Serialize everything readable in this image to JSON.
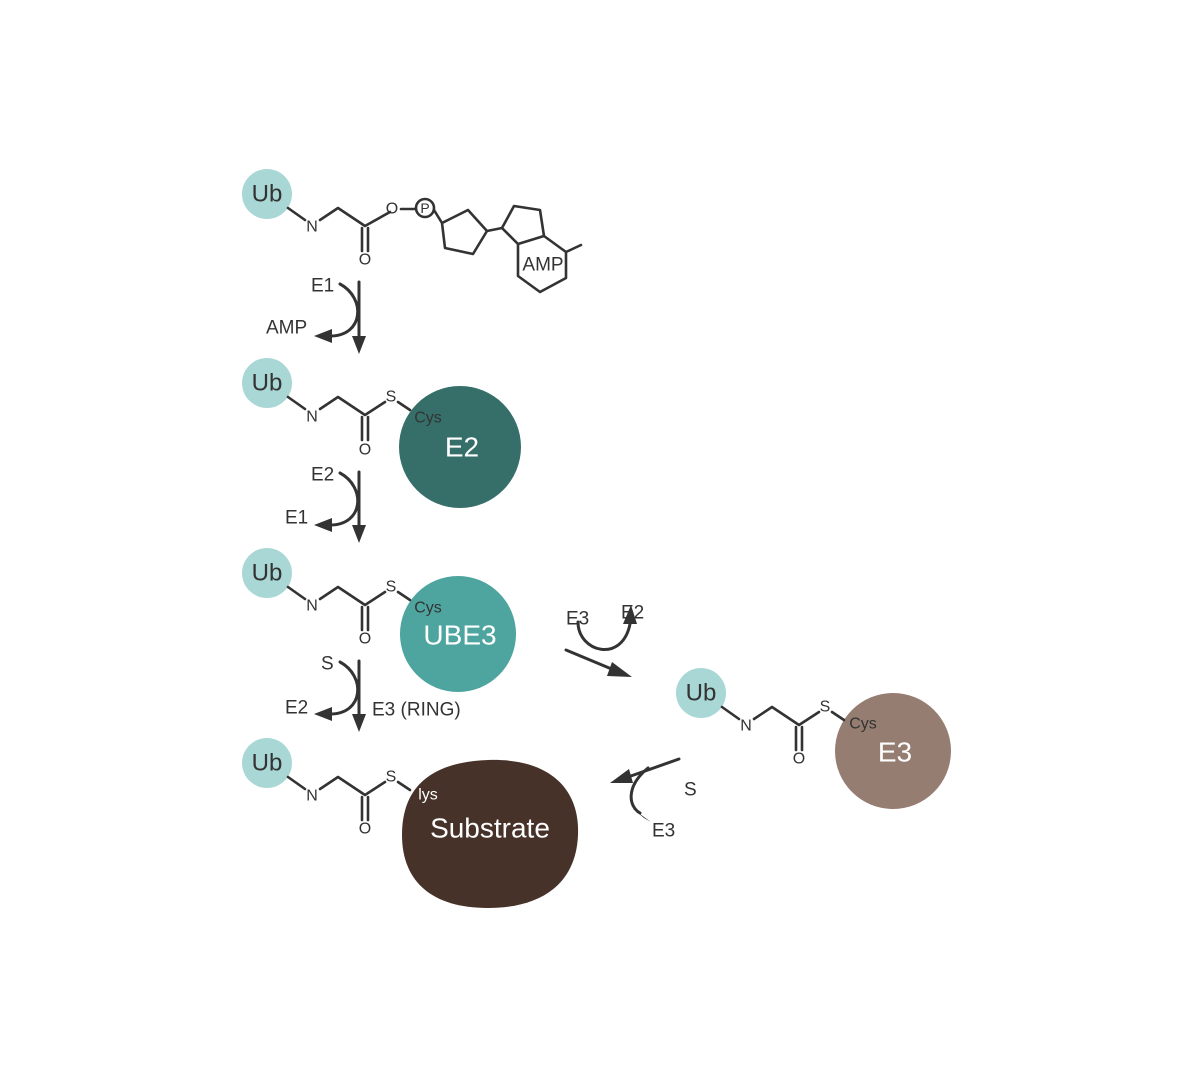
{
  "colors": {
    "ub": "#a8d7d5",
    "e2": "#366f6a",
    "ube3": "#4ea59f",
    "e3": "#957d71",
    "substrate": "#47322a",
    "line": "#333333",
    "text_dark": "#333333",
    "text_light": "#ffffff"
  },
  "atoms": {
    "n": "N",
    "o": "O",
    "s": "S",
    "p": "P"
  },
  "ub_label": "Ub",
  "amp_label": "AMP",
  "e2_label": "E2",
  "ube3_label": "UBE3",
  "e3_label": "E3",
  "substrate_label": "Substrate",
  "cys_label": "Cys",
  "lys_label": "lys",
  "steps": {
    "step1": {
      "in": "E1",
      "out": "AMP"
    },
    "step2": {
      "in": "E2",
      "out": "E1"
    },
    "step3": {
      "in": "S",
      "out": "E2",
      "side": "E3 (RING)"
    },
    "branch_a": {
      "in": "E3",
      "out": "E2"
    },
    "branch_b": {
      "in": "S",
      "out": "E3"
    }
  }
}
